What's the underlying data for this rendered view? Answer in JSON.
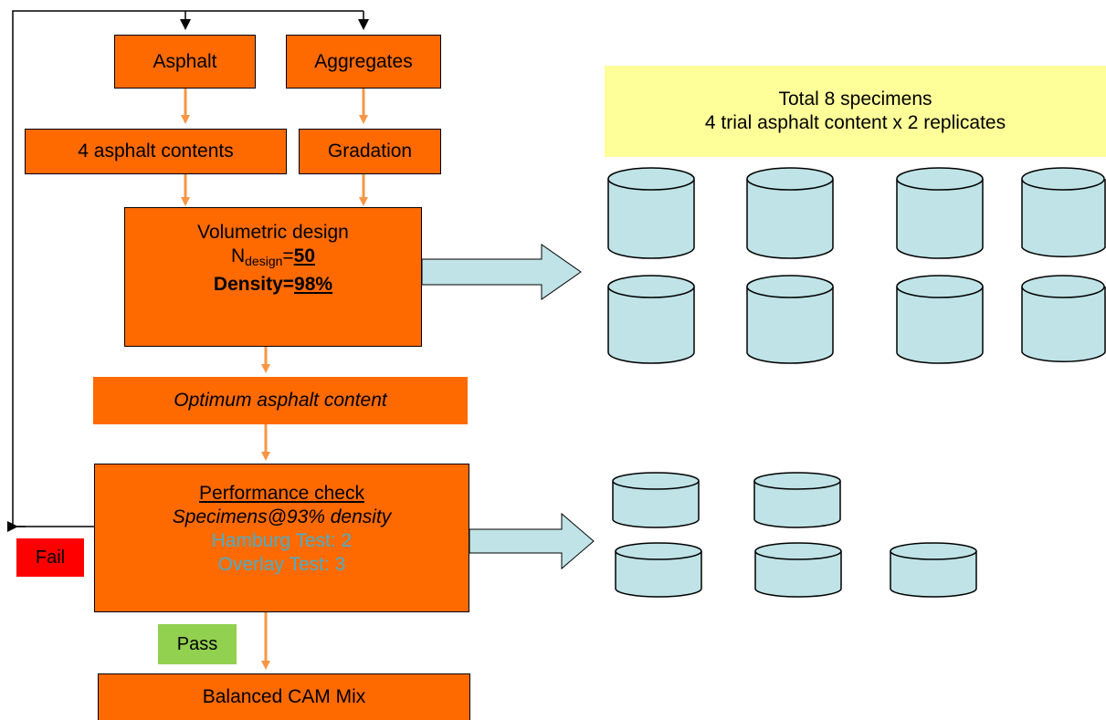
{
  "boxes": {
    "asphalt": "Asphalt",
    "aggregates": "Aggregates",
    "asphalt_contents": "4 asphalt contents",
    "gradation": "Gradation",
    "volumetric": {
      "title": "Volumetric design",
      "n_prefix": "N",
      "n_subscript": "design",
      "n_equals": "=",
      "n_value": "50",
      "density_label": "Density=",
      "density_value": "98%"
    },
    "optimum": "Optimum asphalt content",
    "performance": {
      "title": "Performance check",
      "subtitle": "Specimens@93% density",
      "hamburg": "Hamburg Test: 2",
      "overlay": "Overlay Test: 3"
    },
    "balanced": "Balanced CAM Mix"
  },
  "labels": {
    "fail": "Fail",
    "pass": "Pass"
  },
  "note": {
    "line1": "Total 8 specimens",
    "line2": "4 trial asphalt content x 2 replicates"
  },
  "colors": {
    "box_fill": "#ff6a00",
    "arrow_orange": "#f79646",
    "cylinder_fill": "#bfe3e6",
    "note_fill": "#ffff99",
    "fail_fill": "#ff0000",
    "pass_fill": "#92d050",
    "test_text": "#4bacc6",
    "big_arrow_fill": "#bfe3e6"
  }
}
